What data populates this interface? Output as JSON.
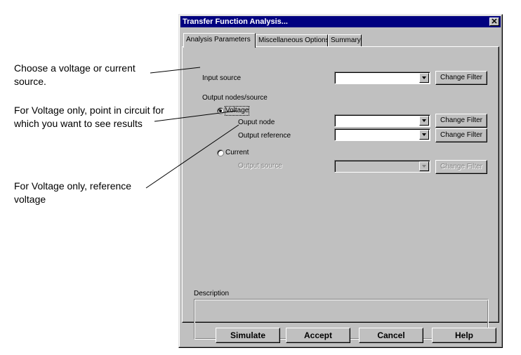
{
  "callouts": {
    "input_source": "Choose a voltage or current source.",
    "output_node": "For Voltage only, point in circuit for which you want to see results",
    "output_reference": "For Voltage only, reference voltage"
  },
  "dialog": {
    "title": "Transfer Function Analysis...",
    "close_glyph": "✕",
    "tabs": [
      {
        "label": "Analysis Parameters",
        "active": true
      },
      {
        "label": "Miscellaneous Options",
        "active": false
      },
      {
        "label": "Summary",
        "active": false
      }
    ],
    "input_source": {
      "label": "Input source",
      "value": "",
      "button": "Change Filter"
    },
    "output_group_label": "Output nodes/source",
    "voltage": {
      "label": "Voltage",
      "checked": true,
      "output_node": {
        "label": "Ouput node",
        "value": "",
        "button": "Change Filter"
      },
      "output_reference": {
        "label": "Output reference",
        "value": "",
        "button": "Change Filter"
      }
    },
    "current": {
      "label": "Current",
      "checked": false,
      "output_source": {
        "label": "Output source",
        "value": "",
        "button": "Change Filter",
        "disabled": true
      }
    },
    "description": {
      "label": "Description",
      "text": ""
    },
    "buttons": {
      "simulate": "Simulate",
      "accept": "Accept",
      "cancel": "Cancel",
      "help": "Help"
    }
  },
  "colors": {
    "titlebar": "#000080",
    "face": "#c0c0c0"
  }
}
